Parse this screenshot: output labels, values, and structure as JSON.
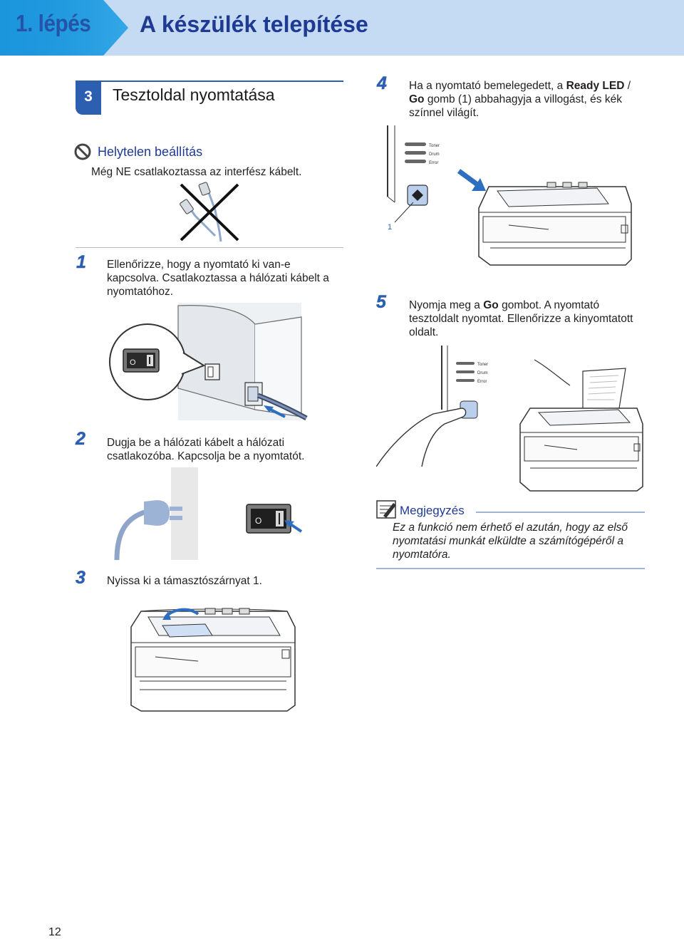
{
  "header": {
    "step_label": "1. lépés",
    "title": "A készülék telepítése"
  },
  "section": {
    "number": "3",
    "title": "Tesztoldal nyomtatása"
  },
  "warning": {
    "title": "Helytelen beállítás",
    "text": "Még NE csatlakoztassa az interfész kábelt."
  },
  "steps": {
    "s1": {
      "num": "1",
      "lines": [
        "Ellenőrizze, hogy a nyomtató ki van-e",
        "kapcsolva. Csatlakoztassa a hálózati kábelt a",
        "nyomtatóhoz."
      ]
    },
    "s2": {
      "num": "2",
      "lines": [
        "Dugja be a hálózati kábelt a hálózati",
        "csatlakozóba. Kapcsolja be a nyomtatót."
      ]
    },
    "s3": {
      "num": "3",
      "text": "Nyissa ki a támasztószárnyat 1."
    },
    "s4": {
      "num": "4",
      "line1_a": "Ha a nyomtató bemelegedett, a ",
      "line1_b": "Ready LED",
      "line1_c": " /",
      "line2_a": "Go",
      "line2_b": " gomb (1) abbahagyja a villogást, és kék",
      "line3": "színnel világít."
    },
    "s5": {
      "num": "5",
      "line1_a": "Nyomja meg a ",
      "line1_b": "Go",
      "line1_c": " gombot. A nyomtató",
      "line2": "tesztoldalt nyomtat. Ellenőrizze a kinyomtatott",
      "line3": "oldalt."
    }
  },
  "panel": {
    "toner": "Toner",
    "drum": "Drum",
    "error": "Error",
    "callout": "1"
  },
  "note": {
    "title": "Megjegyzés",
    "lines": [
      "Ez a funkció nem érhető el azután, hogy az első",
      "nyomtatási munkát elküldte a számítógépéről a",
      "nyomtatóra."
    ]
  },
  "footer": {
    "page_number": "12"
  },
  "colors": {
    "accent": "#2d5fb1",
    "banner": "#c5daf3",
    "arrow": "#2d6ec0"
  },
  "icons": [
    "no-entry-icon",
    "note-pencil-icon",
    "go-button-icon"
  ]
}
